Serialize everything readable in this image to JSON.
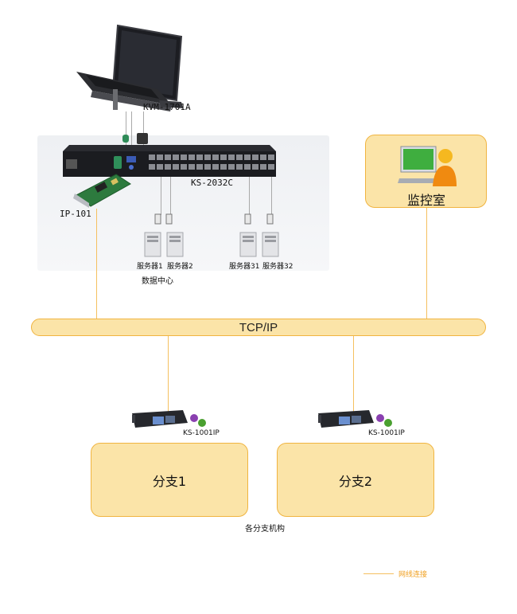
{
  "labels": {
    "kvm_console": "KVM-1701A",
    "kvm_switch": "KS-2032C",
    "ip_module": "IP-101",
    "server_1": "服务器1",
    "server_2": "服务器2",
    "server_31": "服务器31",
    "server_32": "服务器32",
    "data_center": "数据中心",
    "network_bus": "TCP/IP",
    "monitor_room": "监控室",
    "extender_1": "KS-1001IP",
    "extender_2": "KS-1001IP",
    "branch_1": "分支1",
    "branch_2": "分支2",
    "branches_caption": "各分支机构",
    "legend_network": "网线连接"
  },
  "colors": {
    "network_line": "#f5c060",
    "box_fill": "#fbe4a8",
    "box_border": "#f0b440",
    "legend_text": "#f0a020"
  }
}
